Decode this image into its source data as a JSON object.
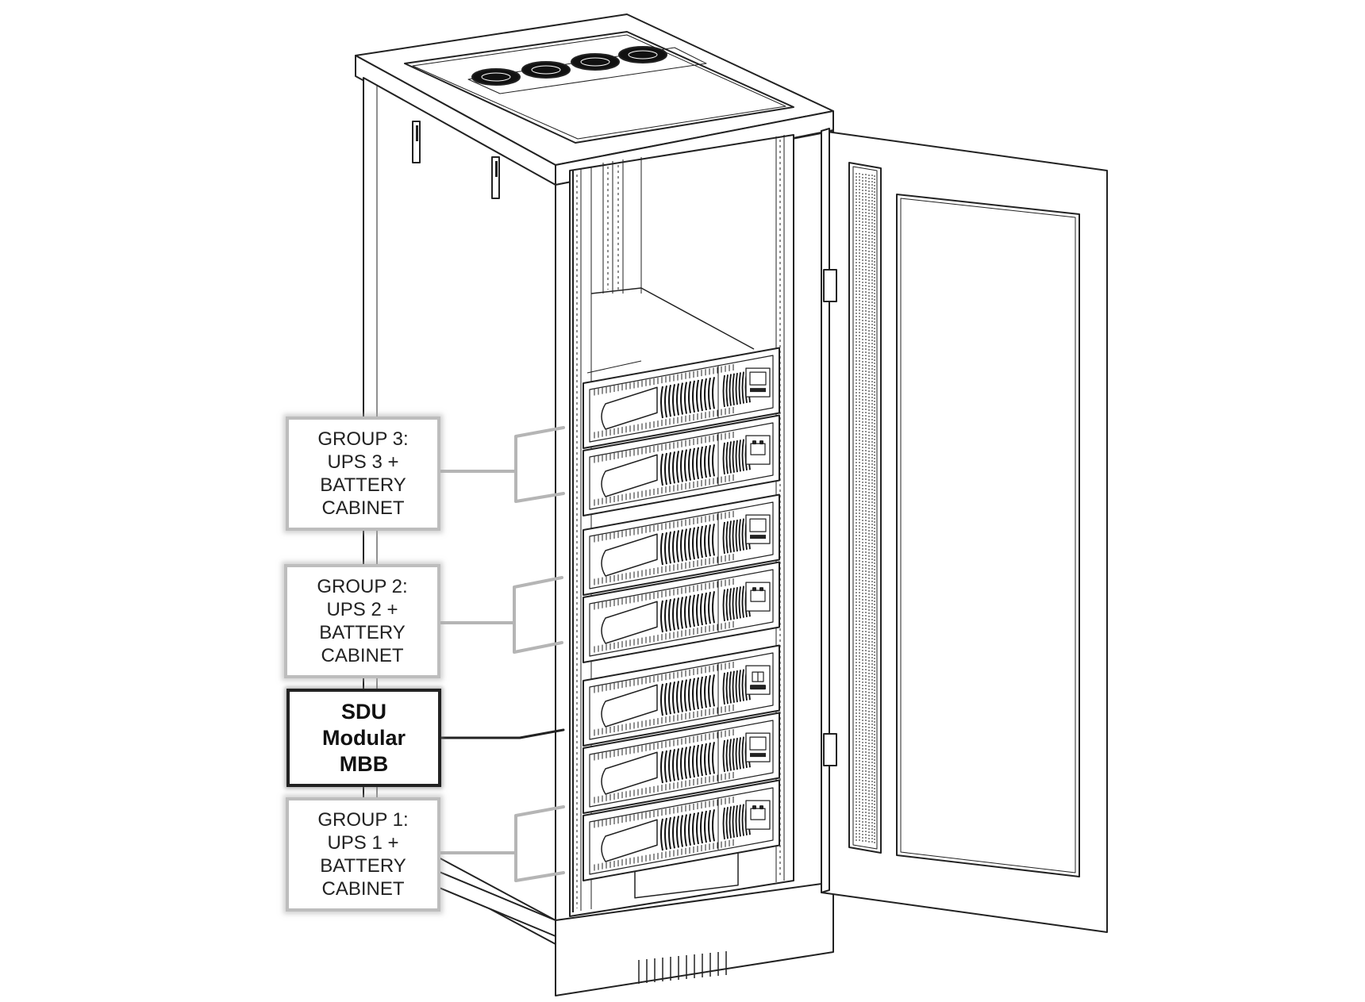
{
  "callouts": {
    "group3": {
      "lines": [
        "GROUP 3:",
        "UPS 3 +",
        "BATTERY",
        "CABINET"
      ]
    },
    "group2": {
      "lines": [
        "GROUP 2:",
        "UPS 2 +",
        "BATTERY",
        "CABINET"
      ]
    },
    "sdu": {
      "lines": [
        "SDU",
        "Modular",
        "MBB"
      ]
    },
    "group1": {
      "lines": [
        "GROUP 1:",
        "UPS 1 +",
        "BATTERY",
        "CABINET"
      ]
    }
  },
  "colors": {
    "line": "#222222",
    "callout_border_group": "#bdbdbd",
    "callout_border_main": "#222222",
    "leader_group": "#b5b5b5",
    "leader_main": "#222222"
  },
  "icons": {
    "top_fans": "fan-icon",
    "lcd": "lcd-display-icon",
    "battery": "battery-icon",
    "brand": "brand-logo-icon"
  }
}
